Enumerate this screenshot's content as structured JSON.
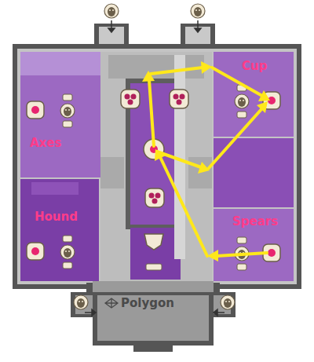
{
  "diagram": {
    "nodes": [
      {
        "text": [
          "Axes"
        ]
      },
      {
        "text": [
          "Cup"
        ]
      },
      {
        "text": [
          "Hound"
        ]
      },
      {
        "text": [
          "Spears"
        ]
      },
      {
        "text": [
          "Polygon"
        ]
      }
    ]
  }
}
